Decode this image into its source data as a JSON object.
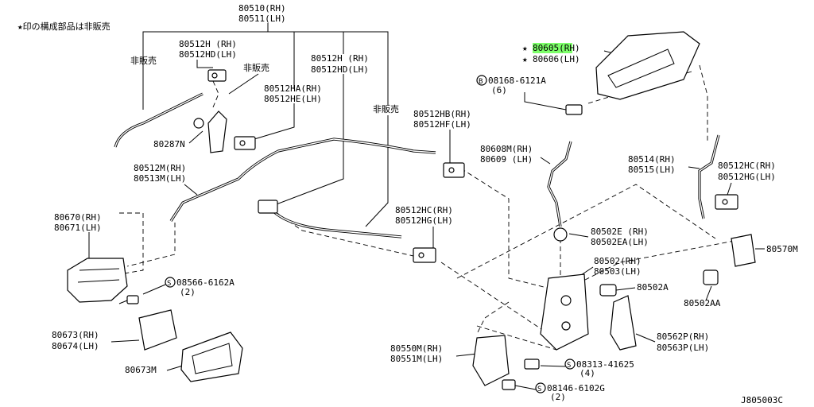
{
  "note": "★印の構成部品は非販売",
  "drawing_id": "J805003C",
  "labels": {
    "p80510": "80510(RH)",
    "p80511": "80511(LH)",
    "p80512H_a": "80512H (RH)",
    "p80512HD_a": "80512HD(LH)",
    "p80512H_b": "80512H (RH)",
    "p80512HD_b": "80512HD(LH)",
    "not_sold_1": "非販売",
    "not_sold_2": "非販売",
    "not_sold_3": "非販売",
    "p80512HA": "80512HA(RH)",
    "p80512HE": "80512HE(LH)",
    "p80287N": "80287N",
    "p80512M": "80512M(RH)",
    "p80513M": "80513M(LH)",
    "p80670": "80670(RH)",
    "p80671": "80671(LH)",
    "p08566": "08566-6162A",
    "p08566_qty": "(2)",
    "p80673": "80673(RH)",
    "p80674": "80674(LH)",
    "p80673M": "80673M",
    "p80512HB": "80512HB(RH)",
    "p80512HF": "80512HF(LH)",
    "p80512HC_a": "80512HC(RH)",
    "p80512HG_a": "80512HG(LH)",
    "p80605": "80605(RH)",
    "p80606": "80606(LH)",
    "star_1": "★",
    "star_2": "★",
    "p08168": "08168-6121A",
    "p08168_qty": "(6)",
    "p80608M": "80608M(RH)",
    "p80609": "80609 (LH)",
    "p80514": "80514(RH)",
    "p80515": "80515(LH)",
    "p80512HC_b": "80512HC(RH)",
    "p80512HG_b": "80512HG(LH)",
    "p80502E": "80502E (RH)",
    "p80502EA": "80502EA(LH)",
    "p80570M": "80570M",
    "p80502": "80502(RH)",
    "p80503": "80503(LH)",
    "p80502A": "80502A",
    "p80502AA": "80502AA",
    "p80562P": "80562P(RH)",
    "p80563P": "80563P(LH)",
    "p80550M": "80550M(RH)",
    "p80551M": "80551M(LH)",
    "p08313": "08313-41625",
    "p08313_qty": "(4)",
    "p08146": "08146-6102G",
    "p08146_qty": "(2)",
    "prefix_s1": "S",
    "prefix_s2": "S",
    "prefix_s3": "S",
    "prefix_b": "B"
  }
}
